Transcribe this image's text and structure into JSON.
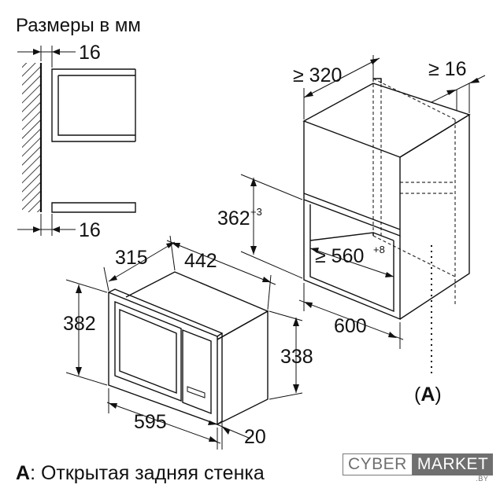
{
  "header": {
    "title": "Размеры в мм"
  },
  "legend": {
    "marker": "A",
    "text": ": Открытая задняя стенка"
  },
  "side_detail": {
    "top_gap": "16",
    "bottom_gap": "16"
  },
  "microwave": {
    "depth": "315",
    "depth_total": "442",
    "height_front": "382",
    "height_body": "338",
    "width": "595",
    "frame_thickness": "20"
  },
  "niche": {
    "min_depth": "≥ 320",
    "min_side": "≥ 16",
    "height": "362",
    "height_tol": "+3",
    "width": "≥ 560",
    "width_tol": "+8",
    "cabinet_width": "600",
    "rear_label": "(A)"
  },
  "logo": {
    "left": "CYBER",
    "right": "MARKET",
    "suffix": ".BY"
  }
}
